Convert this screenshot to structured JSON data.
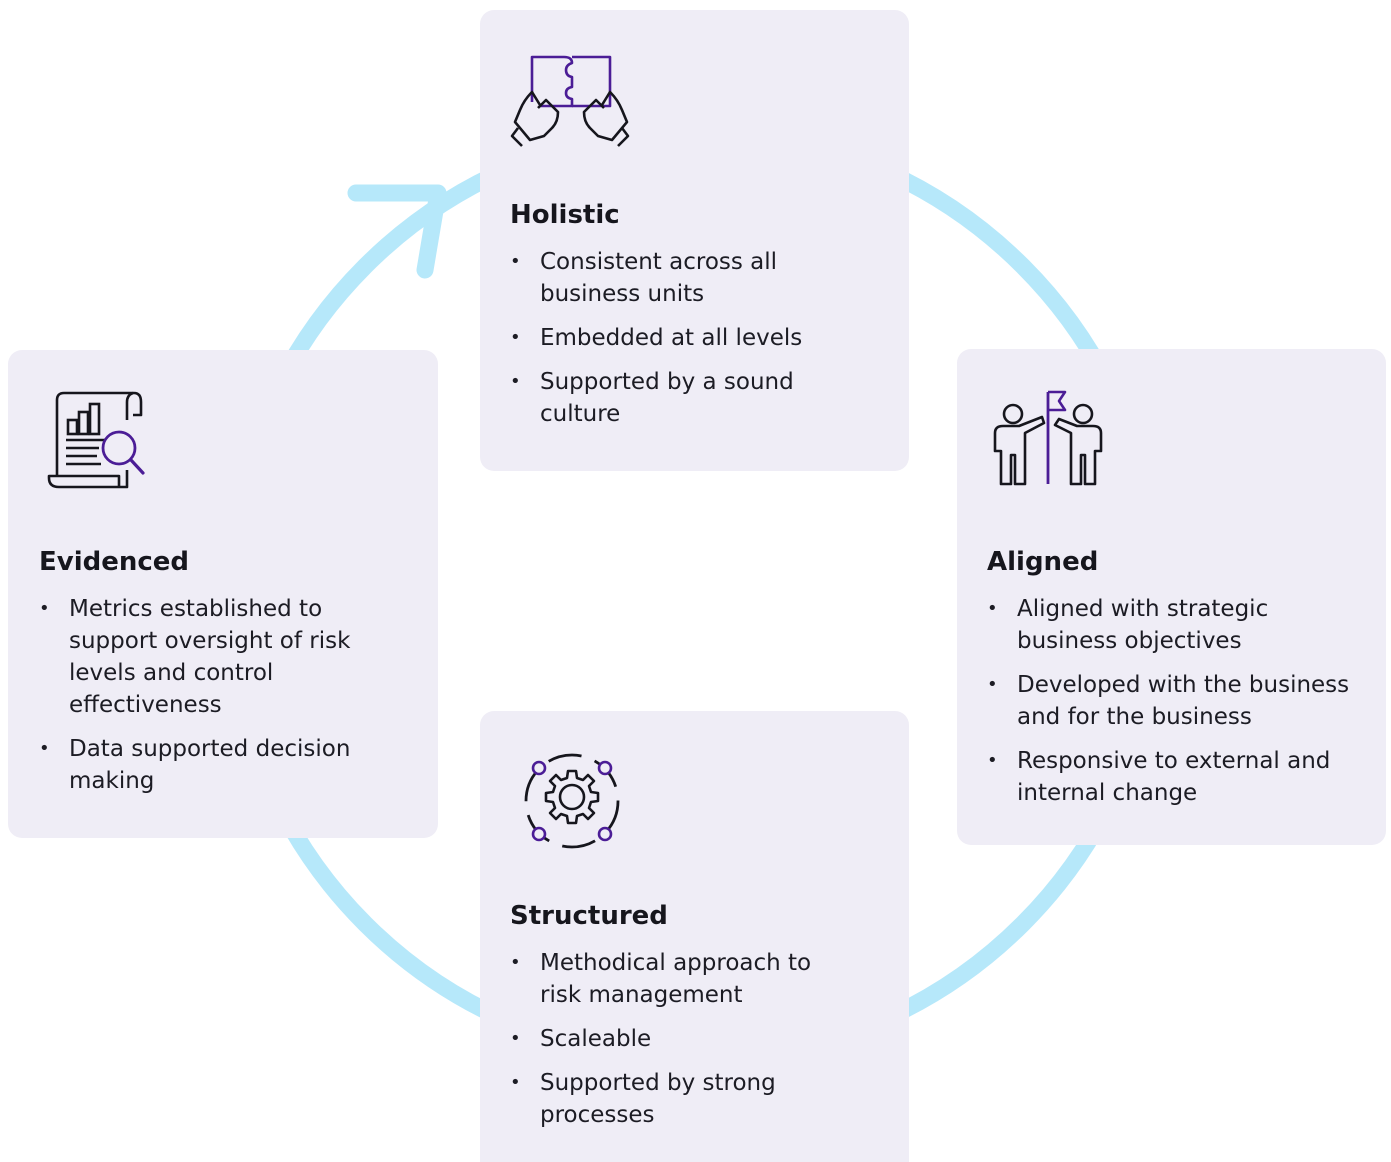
{
  "colors": {
    "card_bg": "#efedf6",
    "ring": "#b6e8fa",
    "icon_accent": "#4b1d96",
    "icon_dark": "#16161d"
  },
  "cards": {
    "holistic": {
      "icon": "puzzle-hands-icon",
      "title": "Holistic",
      "points": [
        "Consistent across all business units",
        "Embedded at all levels",
        "Supported by a sound culture"
      ]
    },
    "evidenced": {
      "icon": "report-magnifier-icon",
      "title": "Evidenced",
      "points": [
        "Metrics established to support oversight of risk levels and control effectiveness",
        "Data supported decision making"
      ]
    },
    "aligned": {
      "icon": "people-flag-icon",
      "title": "Aligned",
      "points": [
        "Aligned with strategic business objectives",
        "Developed with the business and for the business",
        "Responsive to external and internal change"
      ]
    },
    "structured": {
      "icon": "gear-nodes-icon",
      "title": "Structured",
      "points": [
        "Methodical approach to risk management",
        "Scaleable",
        "Supported by strong processes"
      ]
    }
  }
}
